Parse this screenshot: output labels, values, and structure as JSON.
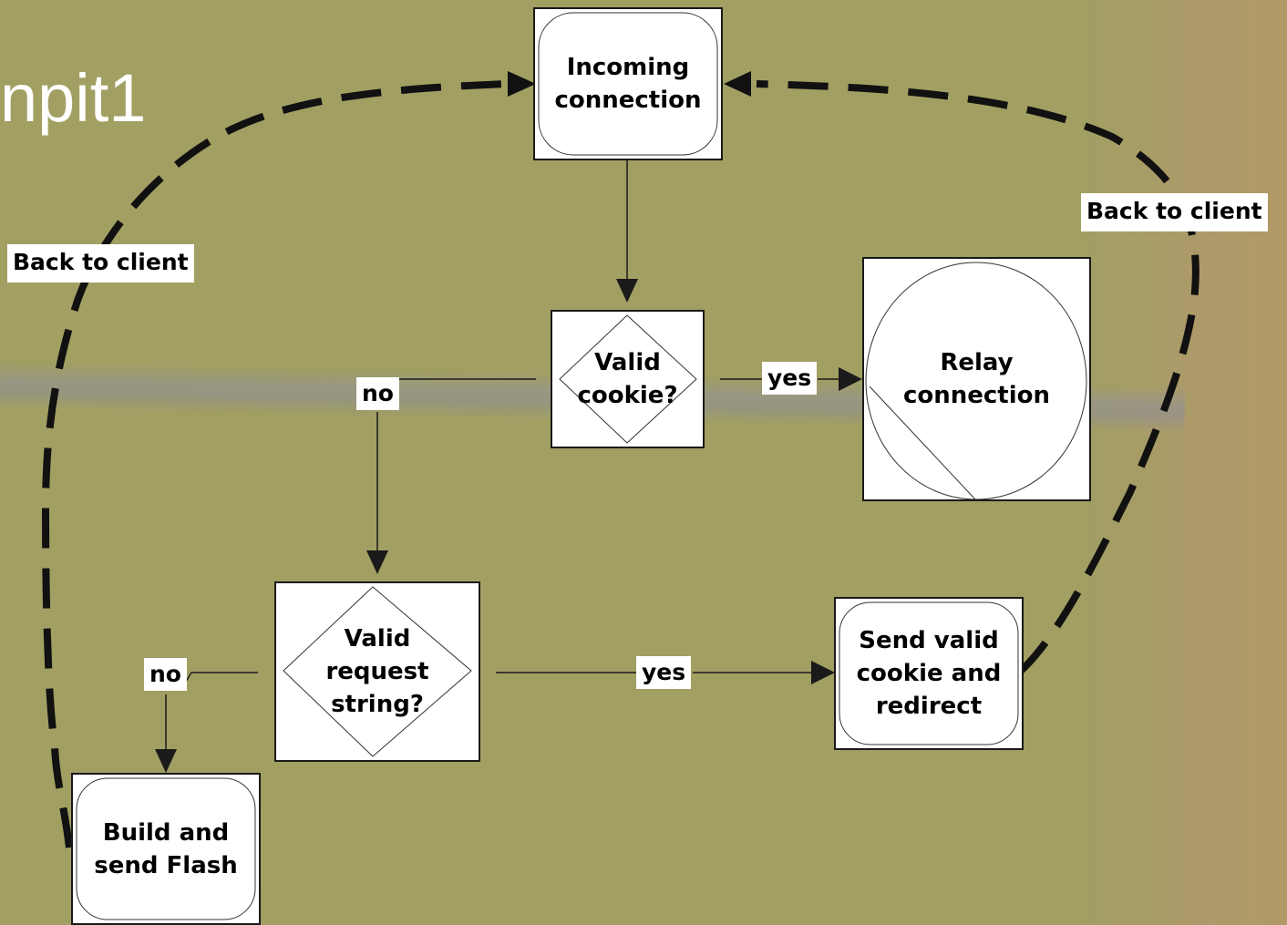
{
  "slide": {
    "title_fragment": "npit1"
  },
  "nodes": {
    "incoming": "Incoming\nconnection",
    "valid_cookie": "Valid\ncookie?",
    "relay": "Relay\nconnection",
    "valid_request": "Valid\nrequest\nstring?",
    "send_cookie": "Send valid\ncookie and\nredirect",
    "build_flash": "Build and\nsend Flash"
  },
  "edges": {
    "cookie_no": "no",
    "cookie_yes": "yes",
    "request_no": "no",
    "request_yes": "yes",
    "back_left": "Back to client",
    "back_right": "Back to client"
  },
  "colors": {
    "background": "#a19f62",
    "line": "#1a1a1a",
    "box": "#ffffff"
  }
}
